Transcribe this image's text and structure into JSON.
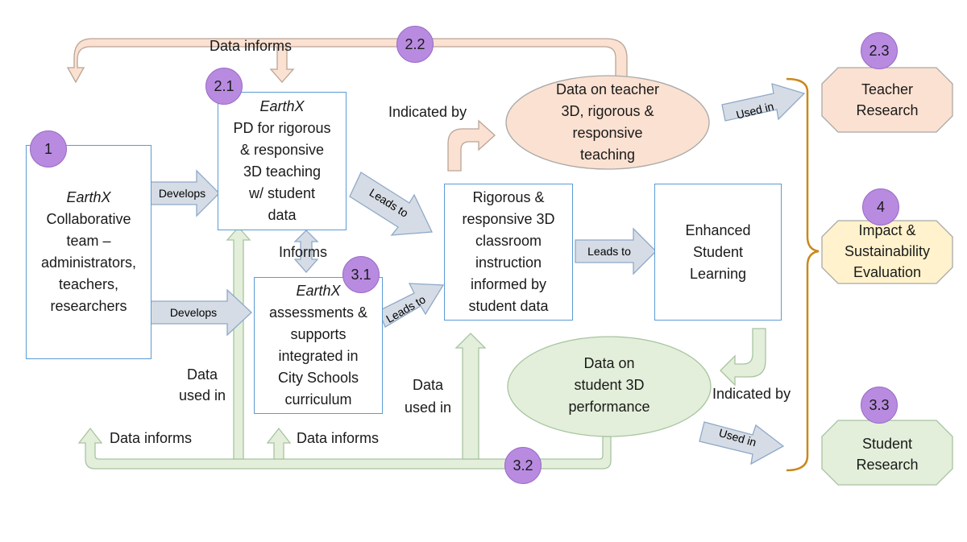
{
  "nodes": {
    "collab": {
      "title": "EarthX",
      "lines": [
        "Collaborative",
        "team –",
        "administrators,",
        "teachers,",
        "researchers"
      ]
    },
    "pd": {
      "title": "EarthX",
      "lines": [
        "PD for rigorous",
        "& responsive",
        "3D teaching",
        "w/ student",
        "data"
      ]
    },
    "assess": {
      "title": "EarthX",
      "lines": [
        "assessments &",
        "supports",
        "integrated in",
        "City Schools",
        "curriculum"
      ]
    },
    "instruction": {
      "lines": [
        "Rigorous &",
        "responsive 3D",
        "classroom",
        "instruction",
        "informed by",
        "student data"
      ]
    },
    "learning": {
      "lines": [
        "Enhanced",
        "Student",
        "Learning"
      ]
    },
    "teacher_data": {
      "lines": [
        "Data on teacher",
        "3D, rigorous &",
        "responsive",
        "teaching"
      ]
    },
    "student_data": {
      "lines": [
        "Data on",
        "student 3D",
        "performance"
      ]
    },
    "teacher_research": {
      "lines": [
        "Teacher",
        "Research"
      ]
    },
    "impact": {
      "lines": [
        "Impact &",
        "Sustainability",
        "Evaluation"
      ]
    },
    "student_research": {
      "lines": [
        "Student",
        "Research"
      ]
    }
  },
  "badges": {
    "b1": "1",
    "b21": "2.1",
    "b22": "2.2",
    "b23": "2.3",
    "b31": "3.1",
    "b32": "3.2",
    "b33": "3.3",
    "b4": "4"
  },
  "labels": {
    "data_informs_top": "Data  informs",
    "indicated_by_top": "Indicated by",
    "informs": "Informs",
    "data_used_in_left": [
      "Data",
      "used in"
    ],
    "data_used_in_mid": [
      "Data",
      "used in"
    ],
    "indicated_by_bottom": "Indicated by",
    "data_informs_bottom_left": "Data informs",
    "data_informs_bottom_mid": "Data informs",
    "develops_top": "Develops",
    "develops_bottom": "Develops",
    "leads_to_1": "Leads to",
    "leads_to_2": "Leads to",
    "leads_to_3": "Leads to",
    "used_in_top": "Used in",
    "used_in_bottom": "Used in"
  },
  "colors": {
    "box_border": "#5b9bd5",
    "badge": "#b88be0",
    "peach_fill": "#fbe1d1",
    "peach_stroke": "#a9a9a9",
    "green_fill": "#e3efda",
    "green_stroke": "#a8c4a0",
    "yellow_fill": "#fff2cc",
    "blue_arrow_fill": "#d6dce5",
    "blue_arrow_stroke": "#8ea9c9",
    "bracket": "#c8891d"
  }
}
